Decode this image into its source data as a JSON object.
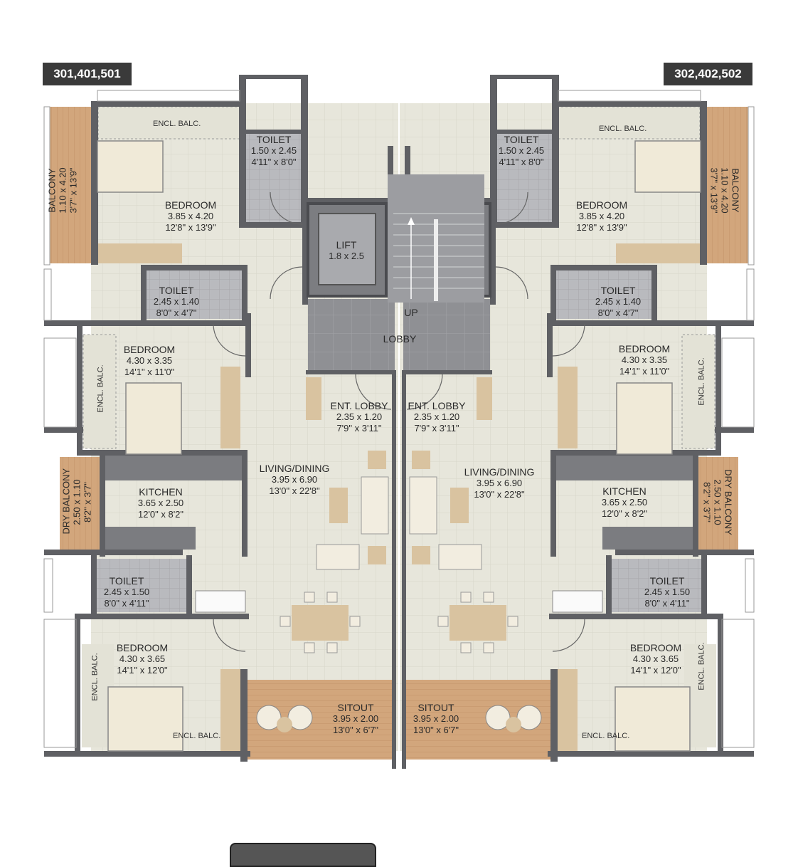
{
  "units": {
    "left": "301,401,501",
    "right": "302,402,502"
  },
  "rooms": {
    "encl_balc": "ENCL. BALC.",
    "balcony": {
      "name": "BALCONY",
      "metric": "1.10 x 4.20",
      "imperial": "3'7\" x 13'9\""
    },
    "toilet_top": {
      "name": "TOILET",
      "metric": "1.50 x 2.45",
      "imperial": "4'11\" x 8'0\""
    },
    "bedroom_top": {
      "name": "BEDROOM",
      "metric": "3.85 x 4.20",
      "imperial": "12'8\" x 13'9\""
    },
    "toilet_mid": {
      "name": "TOILET",
      "metric": "2.45 x 1.40",
      "imperial": "8'0\" x 4'7\""
    },
    "bedroom_mid": {
      "name": "BEDROOM",
      "metric": "4.30 x 3.35",
      "imperial": "14'1\" x 11'0\""
    },
    "kitchen": {
      "name": "KITCHEN",
      "metric": "3.65 x 2.50",
      "imperial": "12'0\" x 8'2\""
    },
    "dry_balcony_left": {
      "name": "DRY BALCONY",
      "metric": "2.50 x 1.10",
      "imperial": "8'2\" x 3'7\""
    },
    "toilet_bottom": {
      "name": "TOILET",
      "metric": "2.45 x 1.50",
      "imperial": "8'0\" x 4'11\""
    },
    "bedroom_bottom": {
      "name": "BEDROOM",
      "metric": "4.30 x 3.65",
      "imperial": "14'1\" x 12'0\""
    },
    "living": {
      "name": "LIVING/DINING",
      "metric": "3.95 x 6.90",
      "imperial": "13'0\" x 22'8\""
    },
    "ent_lobby": {
      "name": "ENT. LOBBY",
      "metric": "2.35 x 1.20",
      "imperial": "7'9\" x 3'11\""
    },
    "sitout": {
      "name": "SITOUT",
      "metric": "3.95 x 2.00",
      "imperial": "13'0\" x 6'7\""
    },
    "lift": {
      "name": "LIFT",
      "metric": "1.8 x 2.5"
    },
    "up": "UP",
    "lobby": "LOBBY"
  },
  "colors": {
    "wall": "#5f6064",
    "floor": "#e8e7dc",
    "tile": "#cfd0d3",
    "wood": "#d6a97f",
    "furniture": "#d9c3a0",
    "stair": "#9c9da1"
  }
}
